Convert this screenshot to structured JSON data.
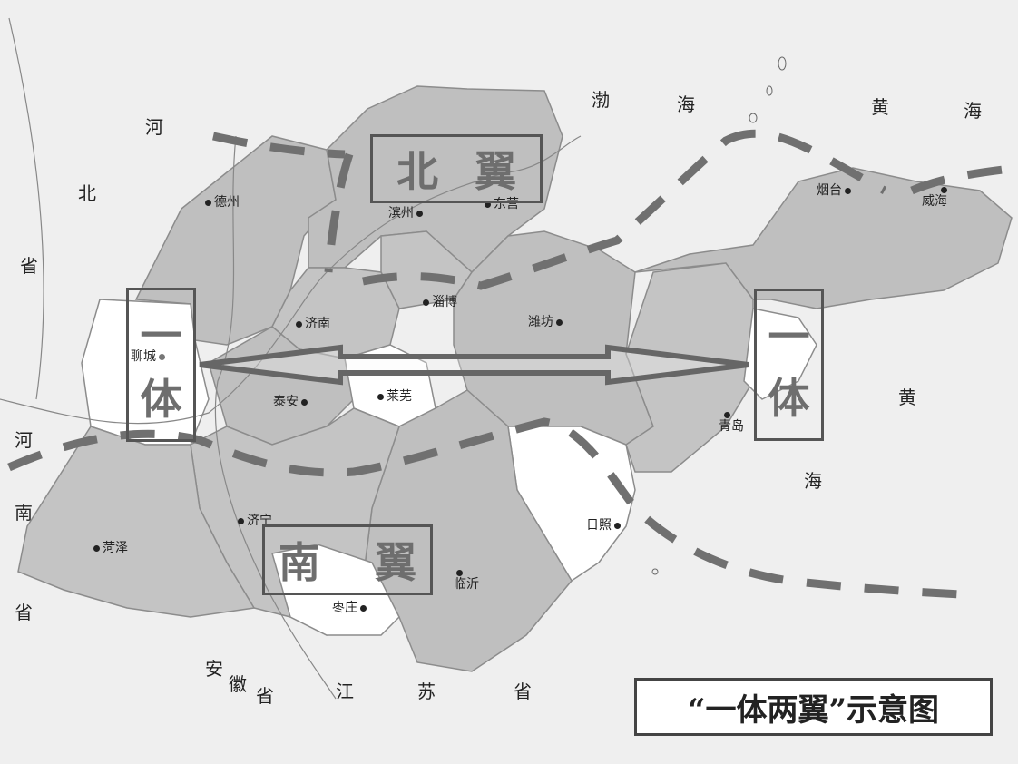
{
  "title": "“一体两翼”示意图",
  "wings": {
    "north": [
      "北",
      "翼"
    ],
    "south": [
      "南",
      "翼"
    ],
    "west": [
      "一",
      "体"
    ],
    "east": [
      "一",
      "体"
    ]
  },
  "region_labels": {
    "hebei": [
      "河",
      "北",
      "省"
    ],
    "henan": [
      "河",
      "南",
      "省"
    ],
    "bohai": [
      "渤",
      "海"
    ],
    "huanghai_top": [
      "黄",
      "海"
    ],
    "huanghai_right": [
      "黄",
      "海"
    ],
    "anhui": [
      "安",
      "徽",
      "省"
    ],
    "jiangsu": [
      "江",
      "苏",
      "省"
    ]
  },
  "cities": {
    "dezhou": "德州",
    "binzhou": "滨州",
    "dongying": "东营",
    "yantai": "烟台",
    "weihai": "威海",
    "zibo": "淄博",
    "weifang": "潍坊",
    "jinan": "济南",
    "liaocheng": "聊城",
    "taian": "泰安",
    "laiwu": "莱芜",
    "qingdao": "青岛",
    "rizhao": "日照",
    "jining": "济宁",
    "heze": "菏泽",
    "linyi": "临沂",
    "zaozhuang": "枣庄"
  },
  "colors": {
    "shaded_region": "#bfbfbf",
    "white_region": "#ffffff",
    "background": "#efefef",
    "dashed_line": "#707070",
    "arrow": "#666666"
  }
}
